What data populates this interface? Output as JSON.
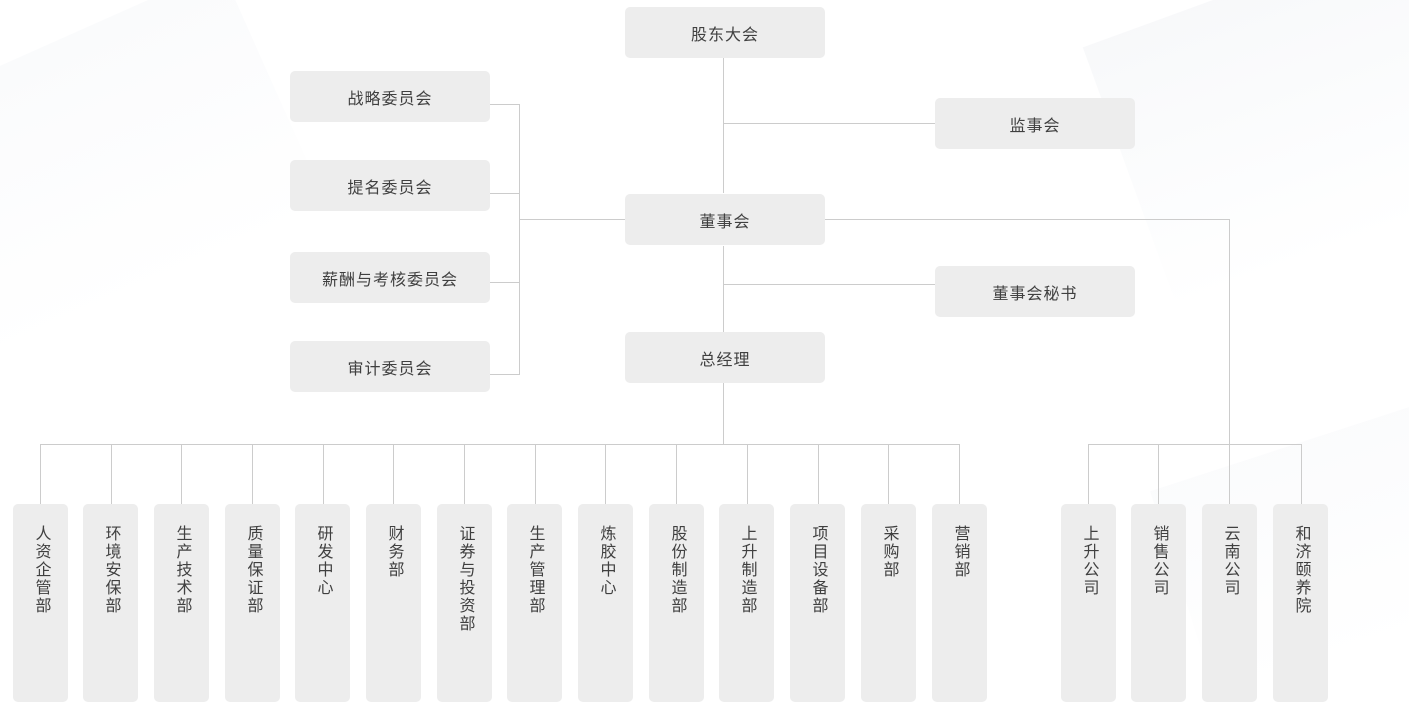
{
  "org": {
    "shareholders": {
      "label": "股东大会"
    },
    "supervisors": {
      "label": "监事会"
    },
    "board": {
      "label": "董事会"
    },
    "secretary": {
      "label": "董事会秘书"
    },
    "general_manager": {
      "label": "总经理"
    },
    "committees": [
      {
        "label": "战略委员会"
      },
      {
        "label": "提名委员会"
      },
      {
        "label": "薪酬与考核委员会"
      },
      {
        "label": "审计委员会"
      }
    ],
    "departments": [
      {
        "label": "人资企管部"
      },
      {
        "label": "环境安保部"
      },
      {
        "label": "生产技术部"
      },
      {
        "label": "质量保证部"
      },
      {
        "label": "研发中心"
      },
      {
        "label": "财务部"
      },
      {
        "label": "证券与投资部"
      },
      {
        "label": "生产管理部"
      },
      {
        "label": "炼胶中心"
      },
      {
        "label": "股份制造部"
      },
      {
        "label": "上升制造部"
      },
      {
        "label": "项目设备部"
      },
      {
        "label": "采购部"
      },
      {
        "label": "营销部"
      }
    ],
    "companies": [
      {
        "label": "上升公司"
      },
      {
        "label": "销售公司"
      },
      {
        "label": "云南公司"
      },
      {
        "label": "和济颐养院"
      }
    ]
  },
  "colors": {
    "node_background": "#ededed",
    "node_text": "#404040",
    "connector_line": "#cccccc",
    "page_background": "#ffffff"
  }
}
